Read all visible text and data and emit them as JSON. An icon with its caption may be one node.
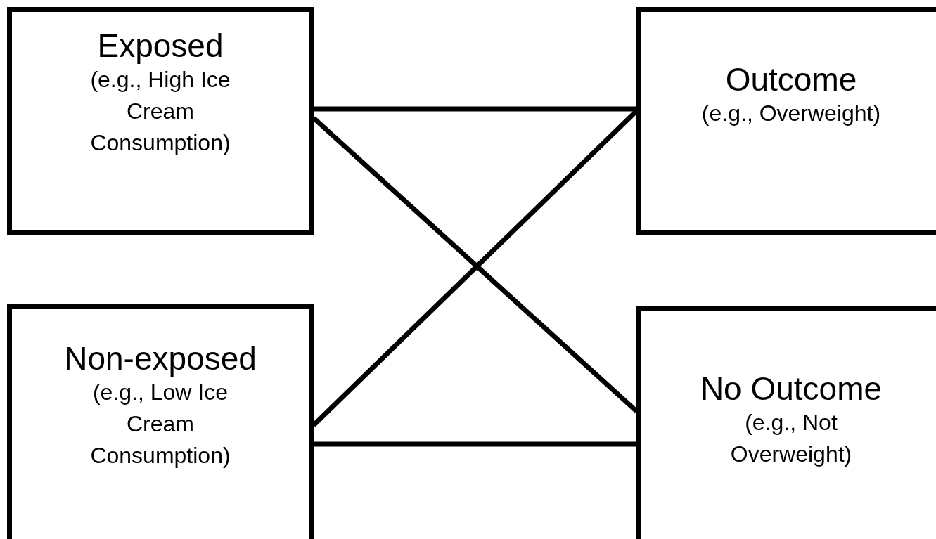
{
  "diagram": {
    "nodes": [
      {
        "text": [
          "Exposed",
          "(e.g., High Ice Cream Consumption)"
        ]
      },
      {
        "text": [
          "Outcome",
          "(e.g., Overweight)"
        ]
      },
      {
        "text": [
          "Non-exposed",
          "(e.g., Low Ice Cream Consumption)"
        ]
      },
      {
        "text": [
          "No Outcome",
          "(e.g., Not Overweight)"
        ]
      }
    ],
    "edges": [
      {
        "from": 0,
        "to": 1,
        "arrow": "none"
      },
      {
        "from": 0,
        "to": 3,
        "arrow": "none"
      },
      {
        "from": 2,
        "to": 1,
        "arrow": "none"
      },
      {
        "from": 2,
        "to": 3,
        "arrow": "none"
      }
    ]
  }
}
